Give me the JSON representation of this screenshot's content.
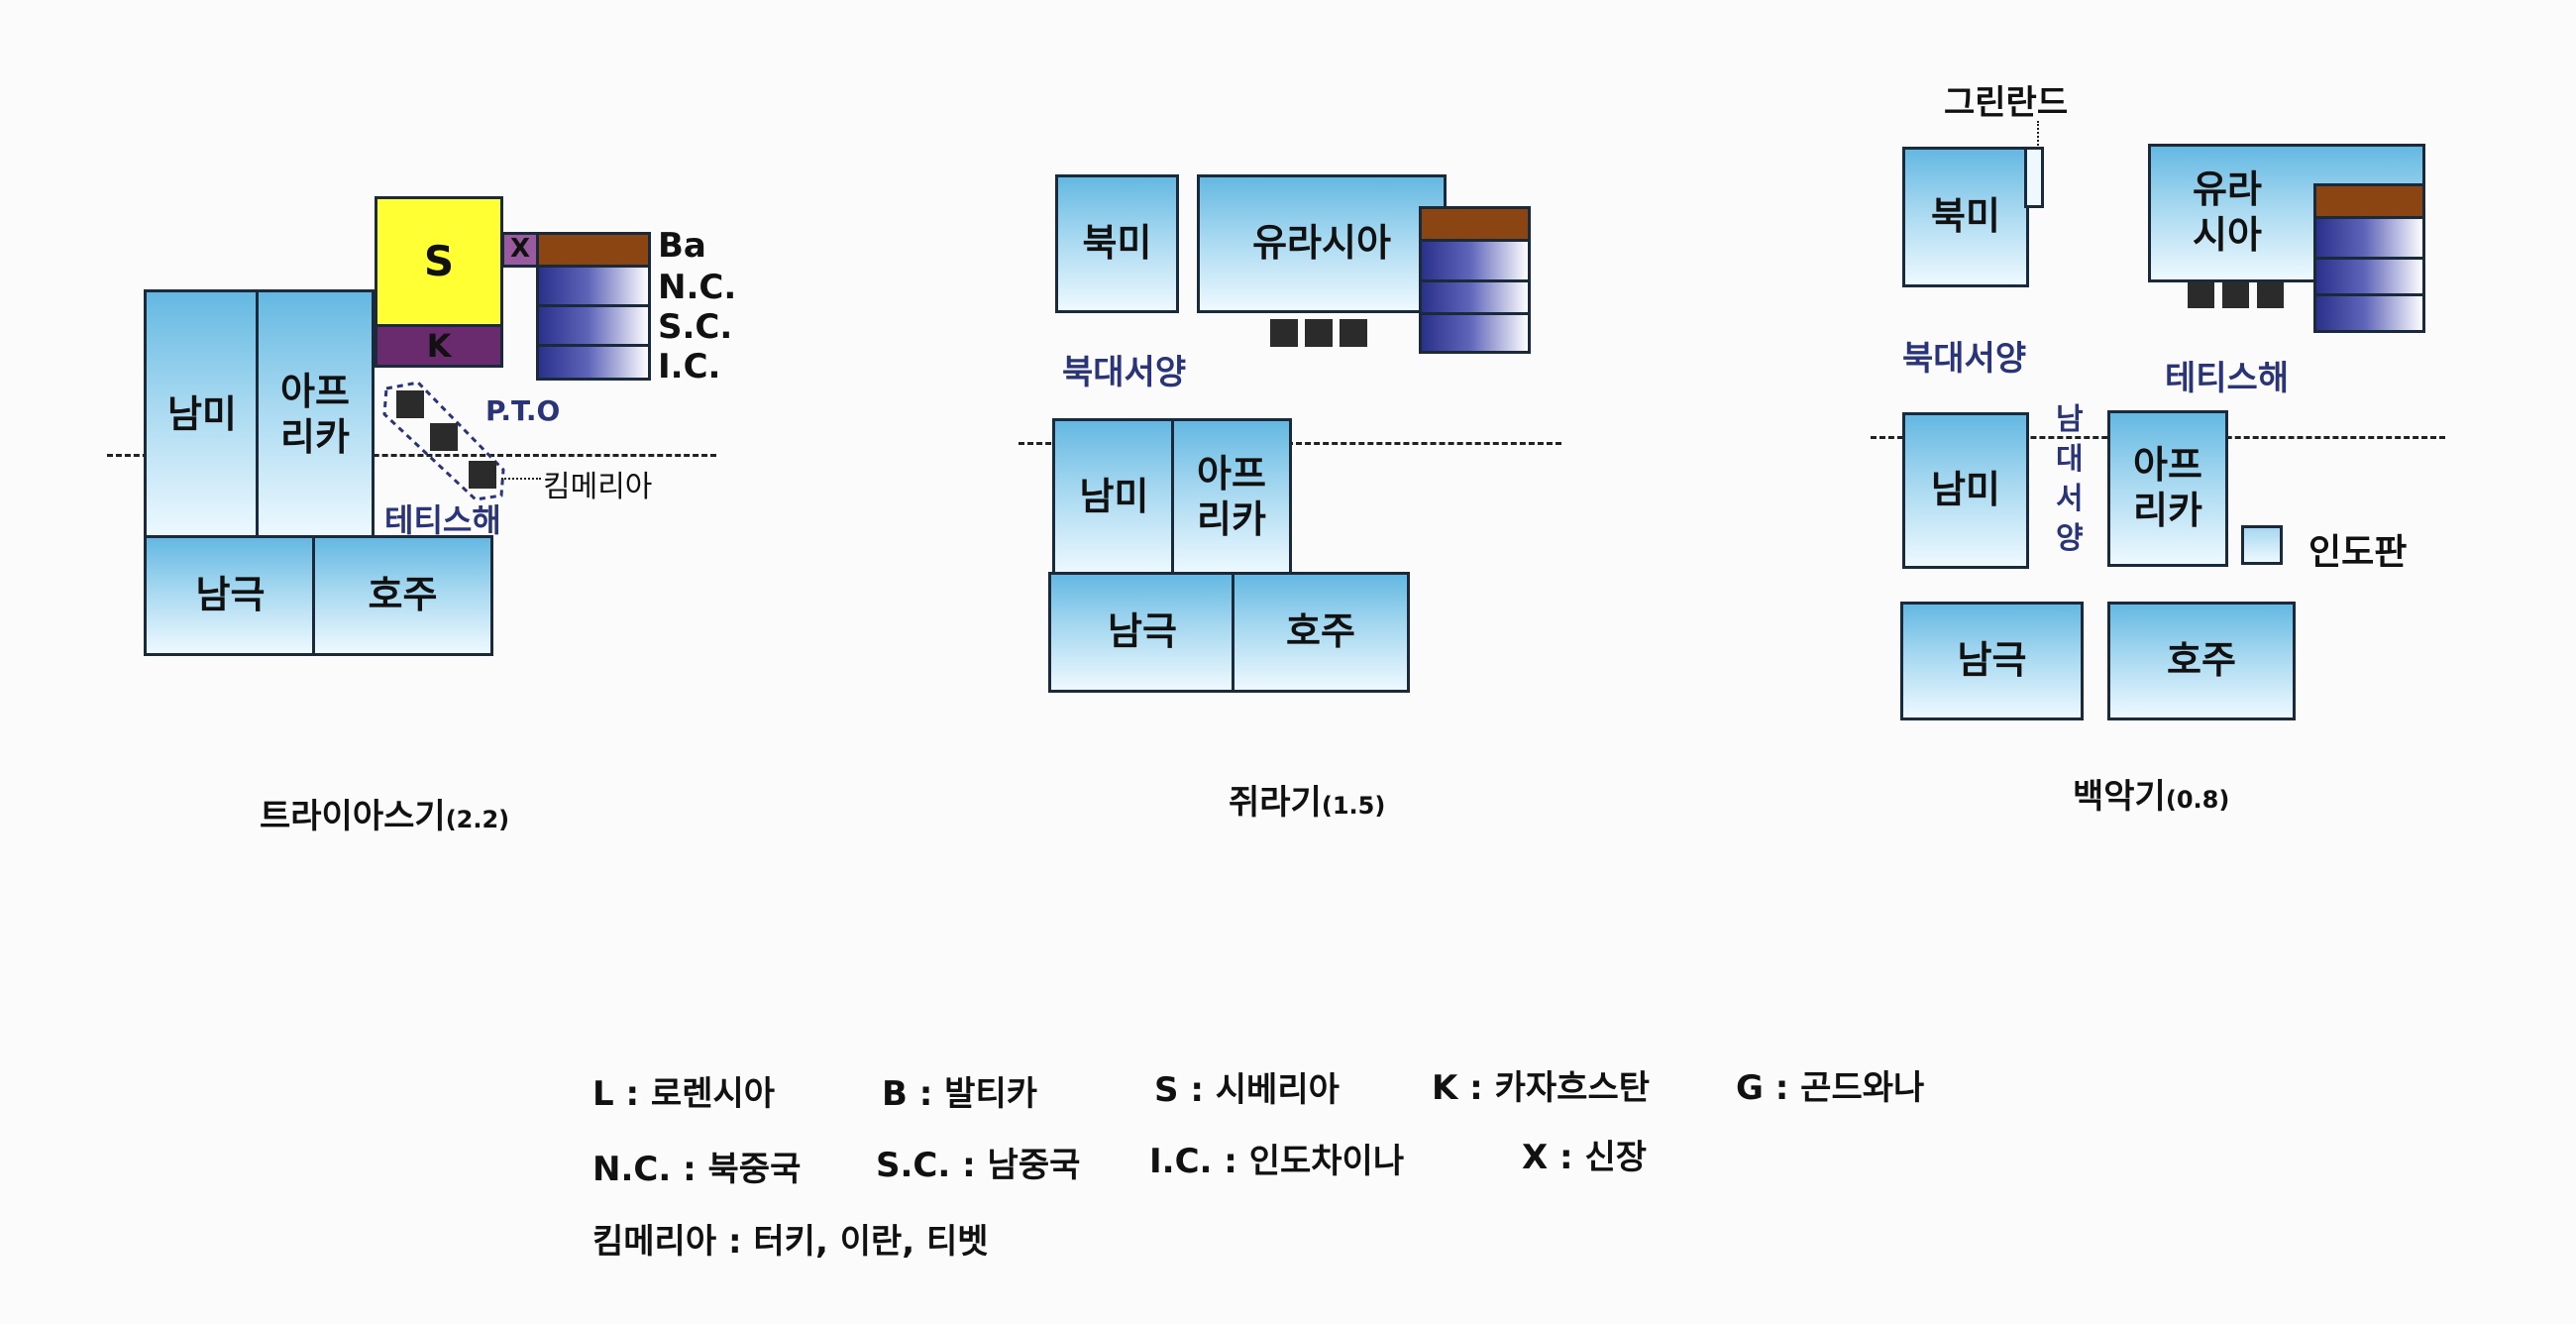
{
  "triassic": {
    "south_america": "남미",
    "africa_l1": "아프",
    "africa_l2": "리카",
    "antarctica": "남극",
    "australia": "호주",
    "siberia": "S",
    "kazakhstan": "K",
    "xinjiang": "X",
    "ba": "Ba",
    "nc": "N.C.",
    "sc": "S.C.",
    "ic": "I.C.",
    "pto": "P.T.O",
    "cimmeria": "킴메리아",
    "tethys": "테티스해",
    "caption_name": "트라이아스기",
    "caption_age": "(2.2)"
  },
  "jurassic": {
    "north_america": "북미",
    "eurasia": "유라시아",
    "north_atlantic": "북대서양",
    "south_america": "남미",
    "africa_l1": "아프",
    "africa_l2": "리카",
    "antarctica": "남극",
    "australia": "호주",
    "caption_name": "쥐라기",
    "caption_age": "(1.5)"
  },
  "cretaceous": {
    "greenland": "그린란드",
    "north_america": "북미",
    "eurasia_l1": "유라",
    "eurasia_l2": "시아",
    "north_atlantic": "북대서양",
    "tethys": "테티스해",
    "south_atlantic_1": "남",
    "south_atlantic_2": "대",
    "south_atlantic_3": "서",
    "south_atlantic_4": "양",
    "south_america": "남미",
    "africa_l1": "아프",
    "africa_l2": "리카",
    "indian_plate": "인도판",
    "antarctica": "남극",
    "australia": "호주",
    "caption_name": "백악기",
    "caption_age": "(0.8)"
  },
  "legend": {
    "row1": [
      "L : 로렌시아",
      "B : 발티카",
      "S : 시베리아",
      "K : 카자흐스탄",
      "G : 곤드와나"
    ],
    "row2": [
      "N.C. : 북중국",
      "S.C. : 남중국",
      "I.C. : 인도차이나",
      "X : 신장"
    ],
    "row3": [
      "킴메리아 : 터키, 이란, 티벳"
    ]
  },
  "colors": {
    "continent_top": "#64b8e2",
    "siberia": "#ffff33",
    "kazakhstan": "#6a2a6e",
    "xinjiang": "#9a5aa0",
    "ba_strip": "#8b4513",
    "china_strip": "#2a318a",
    "ocean_label": "#2a3478"
  }
}
